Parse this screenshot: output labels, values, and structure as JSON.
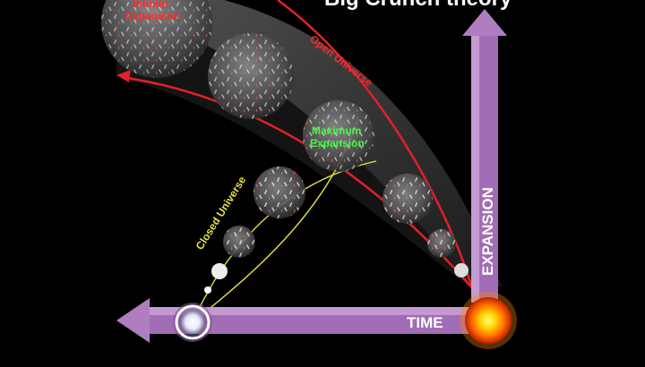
{
  "title": "Big Crunch theory",
  "labels": {
    "infinite_line1": "Infinite",
    "infinite_line2": "Expansion",
    "open_universe": "Open Universe",
    "maximum_line1": "Maximum",
    "maximum_line2": "Expansion",
    "closed_universe": "Closed Universe",
    "expansion_axis": "EXPANSION",
    "time_axis": "TIME"
  },
  "colors": {
    "background": "#000000",
    "arrow_purple": "#b07ec0",
    "curve_red": "#e3202a",
    "closed_yellow": "#e6e040",
    "label_red": "#ff2a2a",
    "label_green": "#3cff3c",
    "big_bang_orange": "#ff8a00"
  },
  "icons": {
    "big_bang": "glowing-explosion-icon",
    "big_crunch": "white-glow-point-icon"
  }
}
